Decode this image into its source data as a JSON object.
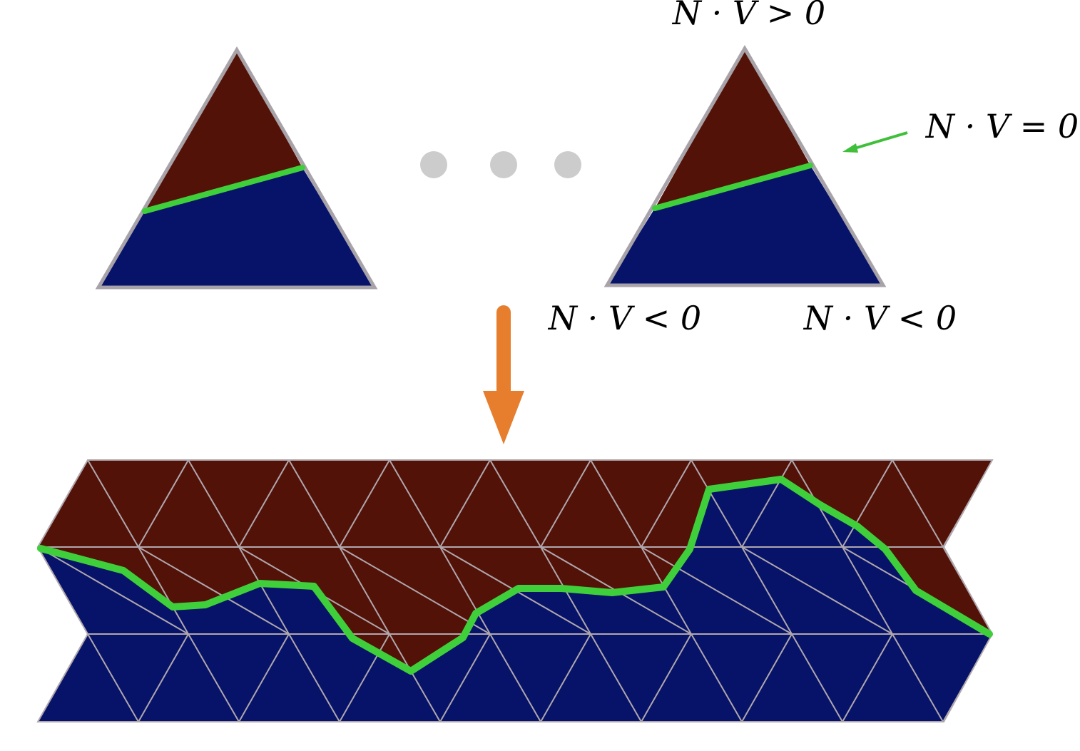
{
  "labels": {
    "top_vertex": "N · V > 0",
    "silhouette": "N · V = 0",
    "bottom_left": "N · V < 0",
    "bottom_right": "N · V < 0"
  },
  "colors": {
    "front_face": "#521208",
    "back_face": "#061369",
    "silhouette_line": "#3fcf3a",
    "mesh_edge": "#b0a7ad",
    "triangle_outline": "#a8a3a8",
    "ellipsis_dot": "#cccccc",
    "arrow": "#e67e2e",
    "pointer_arrow": "#3fbf3a"
  }
}
